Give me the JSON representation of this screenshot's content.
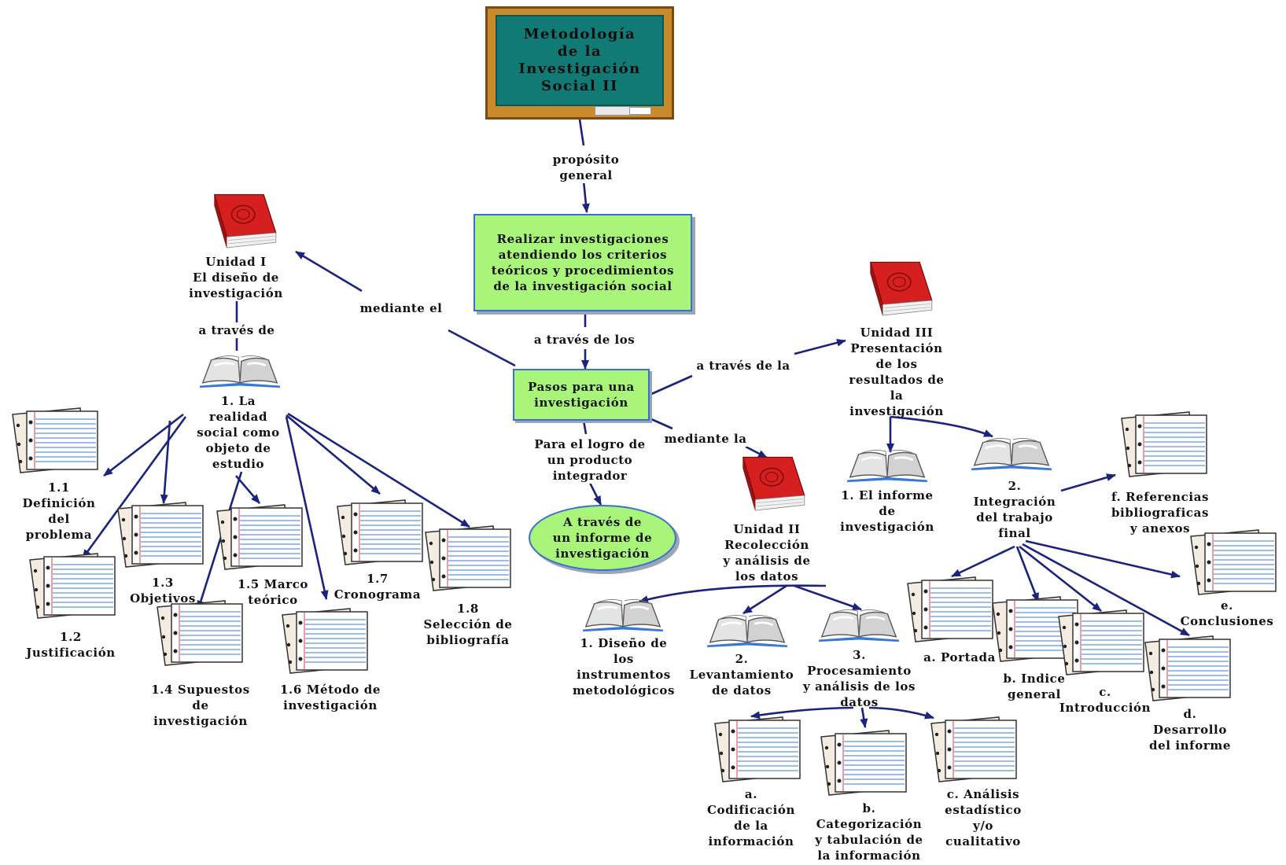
{
  "root": {
    "title": "Metodología\nde la\nInvestigación\nSocial II"
  },
  "proposito": {
    "label": "propósito\ngeneral"
  },
  "objetivo": {
    "text": "Realizar investigaciones\natendiendo los criterios\nteóricos y procedimientos\nde la investigación social"
  },
  "a_traves_de_los": {
    "label": "a través de los"
  },
  "pasos": {
    "text": "Pasos para una\ninvestigación"
  },
  "logro": {
    "label": "Para el logro de\nun producto\nintegrador"
  },
  "informe": {
    "text": "A través de\nun informe de\ninvestigación"
  },
  "mediante_el": {
    "label": "mediante el"
  },
  "a_traves_de_la": {
    "label": "a través de la"
  },
  "mediante_la": {
    "label": "mediante la"
  },
  "unidad1": {
    "title": "Unidad I\nEl diseño de\ninvestigación",
    "link": "a través de",
    "topic": "1. La\nrealidad\nsocial como\nobjeto de\nestudio",
    "items": [
      "1.1\nDefinición\ndel\nproblema",
      "1.2\nJustificación",
      "1.3\nObjetivos",
      "1.4 Supuestos\nde\ninvestigación",
      "1.5 Marco\nteórico",
      "1.6 Método de\ninvestigación",
      "1.7\nCronograma",
      "1.8\nSelección de\nbibliografía"
    ]
  },
  "unidad2": {
    "title": "Unidad II\nRecolección\ny análisis de\nlos datos",
    "steps": [
      "1. Diseño de\nlos\ninstrumentos\nmetodológicos",
      "2.\nLevantamiento\nde datos",
      "3.\nProcesamiento\ny análisis de los\ndatos"
    ],
    "subitems": [
      "a.\nCodificación\nde la\ninformación",
      "b.\nCategorización\ny tabulación de\nla información",
      "c. Análisis\nestadístico\ny/o\ncualitativo"
    ]
  },
  "unidad3": {
    "title": "Unidad III\nPresentación\nde los\nresultados de\nla\ninvestigación",
    "steps": [
      "1. El informe\nde\ninvestigación",
      "2.\nIntegración\ndel trabajo\nfinal"
    ],
    "parts": [
      "a. Portada",
      "b. Indice\ngeneral",
      "c.\nIntroducción",
      "d.\nDesarrollo\ndel informe",
      "e.\nConclusiones",
      "f. Referencias\nbibliograficas\ny anexos"
    ]
  },
  "colors": {
    "arrow": "#1a237e",
    "green": "#a9f57a",
    "board": "#117a75",
    "book": "#d62020"
  },
  "icons": [
    "chalkboard-icon",
    "red-book-icon",
    "open-book-icon",
    "notebook-pages-icon"
  ]
}
